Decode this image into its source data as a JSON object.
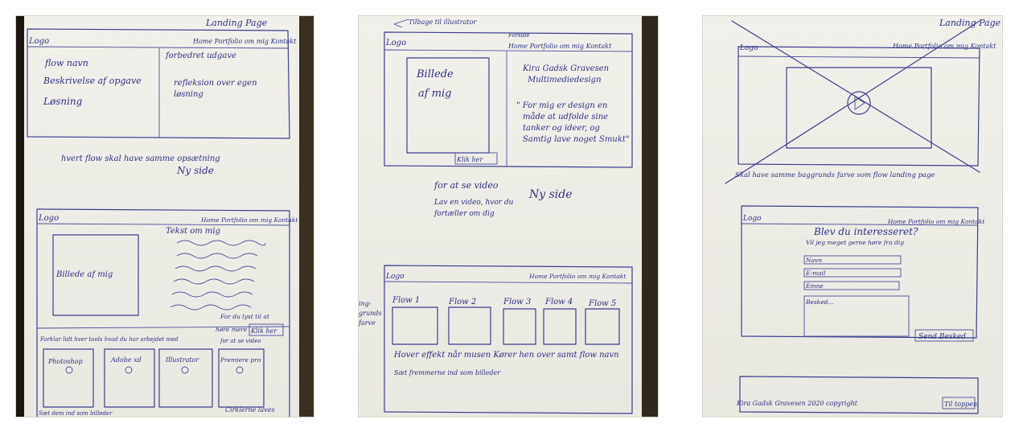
{
  "sketch1": {
    "title": "Landing Page",
    "logo": "Logo",
    "nav": "Home  Portfolio  om mig  Kontakt",
    "left_items": [
      "flow navn",
      "Beskrivelse af opgave",
      "Løsning"
    ],
    "right_items": [
      "forbedret udgave",
      "refleksion over egen",
      "løsning"
    ],
    "note1": "hvert flow skal have samme opsætning",
    "note2": "Ny side",
    "logo2": "Logo",
    "nav2": "Home  Portfolio om mig  Kontakt",
    "photo_label": "Billede af mig",
    "text_label": "Tekst om mig",
    "note3": "For du lyst til at",
    "note4": "høre mere",
    "click_here": "Klik her",
    "note5": "for at se video",
    "note6": "Forklar lidt hver tools hvad du har arbejdet med",
    "tools": [
      "Photoshop",
      "Adobe xd",
      "Illustrator",
      "Premiere pro"
    ],
    "note7": "Sæt dem ind som billeder",
    "note8": "Cirklerne laves"
  },
  "sketch2": {
    "top_note": "Tilbage til illustrator",
    "logo": "Logo",
    "nav_top": "Forside",
    "nav": "Home  Portfolio  om mig  Kontakt",
    "photo_label_1": "Billede",
    "photo_label_2": "af mig",
    "name_1": "Kira Gadsk Gravesen",
    "name_2": "Multimediedesign",
    "quote": [
      "\" For mig er design en",
      "måde at udfolde sine",
      "tanker og ideer, og",
      "Samtig lave noget Smukt\""
    ],
    "click_here": "Klik her",
    "note1": "for at se video",
    "note2": "Lav en video, hvor du",
    "note3": "fortæller om dig",
    "new_page": "Ny side",
    "side_note": [
      "ing-",
      "grunds",
      "farve"
    ],
    "logo2": "Logo",
    "nav2": "Home  Portfolio om mig  Kontakt",
    "flows": [
      "Flow 1",
      "Flow 2",
      "Flow 3",
      "Flow 4",
      "Flow 5"
    ],
    "note4": "Hover effekt når musen Kører hen over samt flow navn",
    "note5": "Sæt fremmerne ind som billeder"
  },
  "sketch3": {
    "title": "Landing Page",
    "logo": "Logo",
    "nav": "Home  Portfolio om mig  Kontakt",
    "note1": "Skal have samme baggrunds farve som flow landing page",
    "logo2": "Logo",
    "nav2": "Home  Portfolio om mig  Kontakt",
    "heading": "Blev du interesseret?",
    "subheading": "Vil jeg meget gerne høre fra dig",
    "fields": [
      "Navn",
      "E-mail",
      "Emne",
      "Besked..."
    ],
    "send": "Send Besked",
    "footer": "Kira Gadsk Gravesen  2020 copyright",
    "top_button": "Til toppen"
  }
}
